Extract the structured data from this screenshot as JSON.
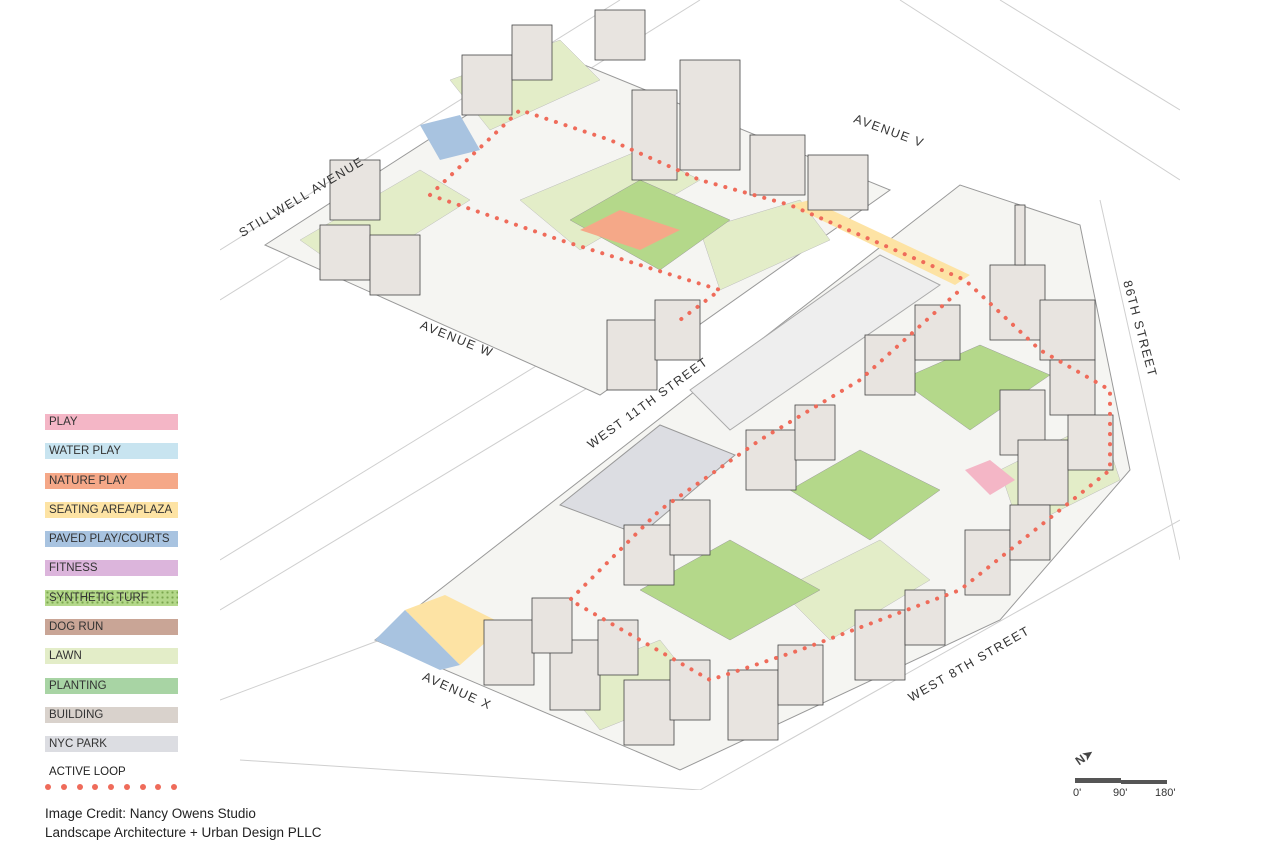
{
  "streets": {
    "stillwell": "STILLWELL AVENUE",
    "avenue_v": "AVENUE V",
    "avenue_w": "AVENUE W",
    "west_11th": "WEST 11TH STREET",
    "street_86th": "86TH STREET",
    "avenue_x": "AVENUE X",
    "west_8th": "WEST 8TH STREET"
  },
  "legend": {
    "items": [
      {
        "label": "PLAY",
        "color": "#f4b6c6"
      },
      {
        "label": "WATER PLAY",
        "color": "#c8e4f0"
      },
      {
        "label": "NATURE PLAY",
        "color": "#f5a888"
      },
      {
        "label": "SEATING AREA/PLAZA",
        "color": "#fde3a4"
      },
      {
        "label": "PAVED PLAY/COURTS",
        "color": "#a8c3e0"
      },
      {
        "label": "FITNESS",
        "color": "#dcb5dc"
      },
      {
        "label": "SYNTHETIC TURF",
        "color": "#b4d88a"
      },
      {
        "label": "DOG RUN",
        "color": "#c9a596"
      },
      {
        "label": "LAWN",
        "color": "#e3edc8"
      },
      {
        "label": "PLANTING",
        "color": "#a8d4a4"
      },
      {
        "label": "BUILDING",
        "color": "#d9d2cc"
      },
      {
        "label": "NYC PARK",
        "color": "#dcdde2"
      }
    ],
    "active_loop": {
      "label": "ACTIVE LOOP",
      "color": "#ef6b5a"
    }
  },
  "scale": {
    "north_label": "N",
    "ticks": [
      "0'",
      "90'",
      "180'"
    ]
  },
  "credit": {
    "line1": "Image Credit: Nancy Owens Studio",
    "line2": "Landscape Architecture + Urban Design PLLC"
  }
}
